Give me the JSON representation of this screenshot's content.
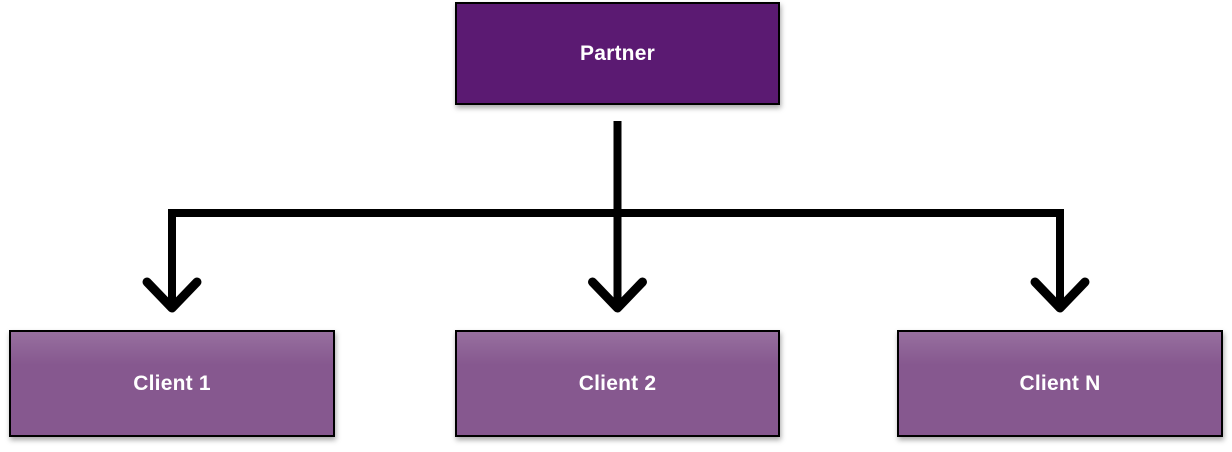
{
  "diagram": {
    "type": "tree",
    "background_color": "#ffffff",
    "connector_color": "#000000",
    "border_color": "#000000",
    "partner": {
      "label": "Partner",
      "fill": "#5b1a72",
      "text_color": "#ffffff"
    },
    "clients": [
      {
        "label": "Client 1"
      },
      {
        "label": "Client 2"
      },
      {
        "label": "Client N"
      }
    ],
    "client_style": {
      "fill": "#86588f",
      "text_color": "#ffffff"
    },
    "edges": [
      {
        "from": "Partner",
        "to": "Client 1",
        "arrow": "open-chevron"
      },
      {
        "from": "Partner",
        "to": "Client 2",
        "arrow": "open-chevron"
      },
      {
        "from": "Partner",
        "to": "Client N",
        "arrow": "open-chevron"
      }
    ]
  }
}
